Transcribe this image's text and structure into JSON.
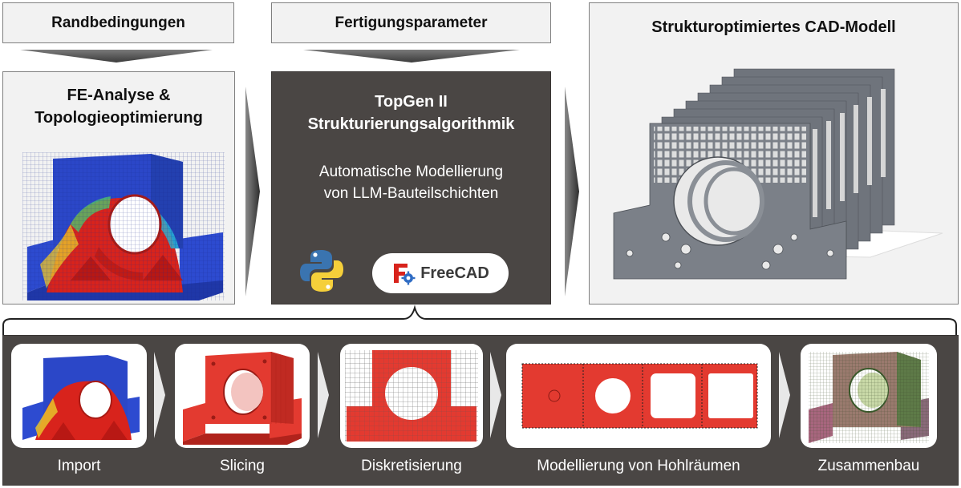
{
  "headers": {
    "randbedingungen": "Randbedingungen",
    "fertigungsparameter": "Fertigungsparameter",
    "cad_model": "Strukturoptimiertes CAD-Modell"
  },
  "fe_panel": {
    "title_line1": "FE-Analyse &",
    "title_line2": "Topologieoptimierung"
  },
  "topgen_panel": {
    "title_line1": "TopGen II",
    "title_line2": "Strukturierungsalgorithmik",
    "desc_line1": "Automatische Modellierung",
    "desc_line2": "von LLM-Bauteilschichten",
    "tools": {
      "freecad_label": "FreeCAD",
      "python_icon": "python-logo",
      "freecad_icon": "freecad-logo"
    }
  },
  "workflow_steps": [
    {
      "label": "Import"
    },
    {
      "label": "Slicing"
    },
    {
      "label": "Diskretisierung"
    },
    {
      "label": "Modellierung von Hohlräumen"
    },
    {
      "label": "Zusammenbau"
    }
  ],
  "colors": {
    "dark_panel": "#4a4644",
    "light_panel": "#f2f2f2",
    "part_red": "#e33a30",
    "mesh_blue": "#2b47c8",
    "part_grey": "#7b8088"
  }
}
